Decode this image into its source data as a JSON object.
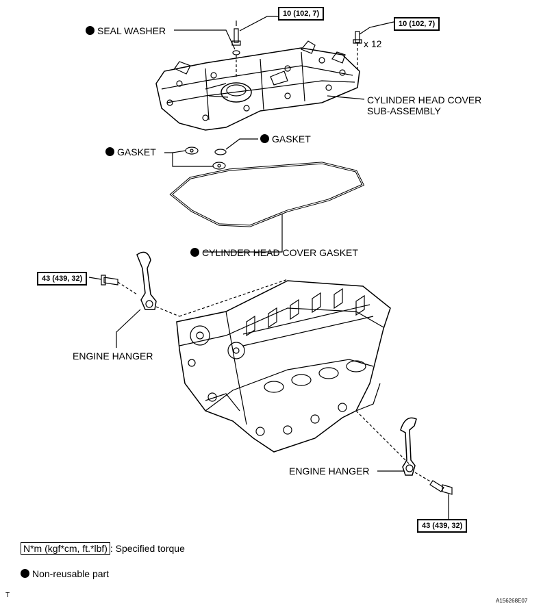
{
  "labels": {
    "seal_washer": "SEAL WASHER",
    "cyl_head_cover_line1": "CYLINDER HEAD COVER",
    "cyl_head_cover_line2": "SUB-ASSEMBLY",
    "gasket_left": "GASKET",
    "gasket_right": "GASKET",
    "cyl_head_cover_gasket": "CYLINDER HEAD COVER GASKET",
    "engine_hanger_left": "ENGINE HANGER",
    "engine_hanger_right": "ENGINE HANGER",
    "qty": "x 12"
  },
  "torques": {
    "top_center": "10 (102, 7)",
    "top_right": "10 (102, 7)",
    "left": "43 (439, 32)",
    "bottom_right": "43 (439, 32)"
  },
  "legend": {
    "torque_unit": "N*m (kgf*cm, ft.*lbf)",
    "torque_desc": ": Specified torque",
    "nonreusable": "Non-reusable part"
  },
  "footer": {
    "corner_letter": "T",
    "figure_id": "A156268E07"
  }
}
